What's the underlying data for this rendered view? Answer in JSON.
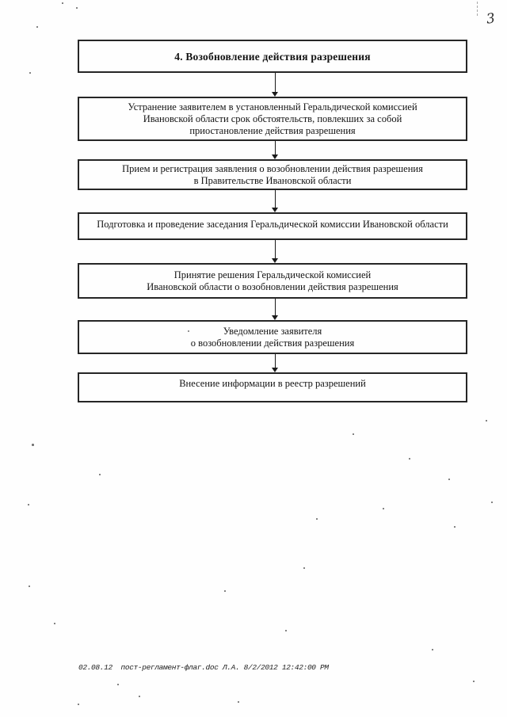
{
  "page_number": "3",
  "flowchart": {
    "title": "4. Возобновление действия разрешения",
    "steps": [
      {
        "lines": [
          "Устранение заявителем в установленный Геральдической комиссией",
          "Ивановской области срок обстоятельств, повлекших за собой",
          "приостановление действия разрешения"
        ]
      },
      {
        "lines": [
          "Прием и регистрация заявления о возобновлении действия разрешения",
          "в Правительстве Ивановской области"
        ]
      },
      {
        "lines": [
          "Подготовка и проведение заседания Геральдической комиссии Ивановской области"
        ]
      },
      {
        "lines": [
          "Принятие решения Геральдической комиссией",
          "Ивановской области о возобновлении действия разрешения"
        ]
      },
      {
        "lines": [
          "Уведомление заявителя",
          "о возобновлении действия разрешения"
        ]
      },
      {
        "lines": [
          "Внесение информации в реестр разрешений"
        ]
      }
    ]
  },
  "footer": {
    "text": "02.08.12  пост-регламент-флаг.doc Л.А. 8/2/2012 12:42:00 PM"
  }
}
